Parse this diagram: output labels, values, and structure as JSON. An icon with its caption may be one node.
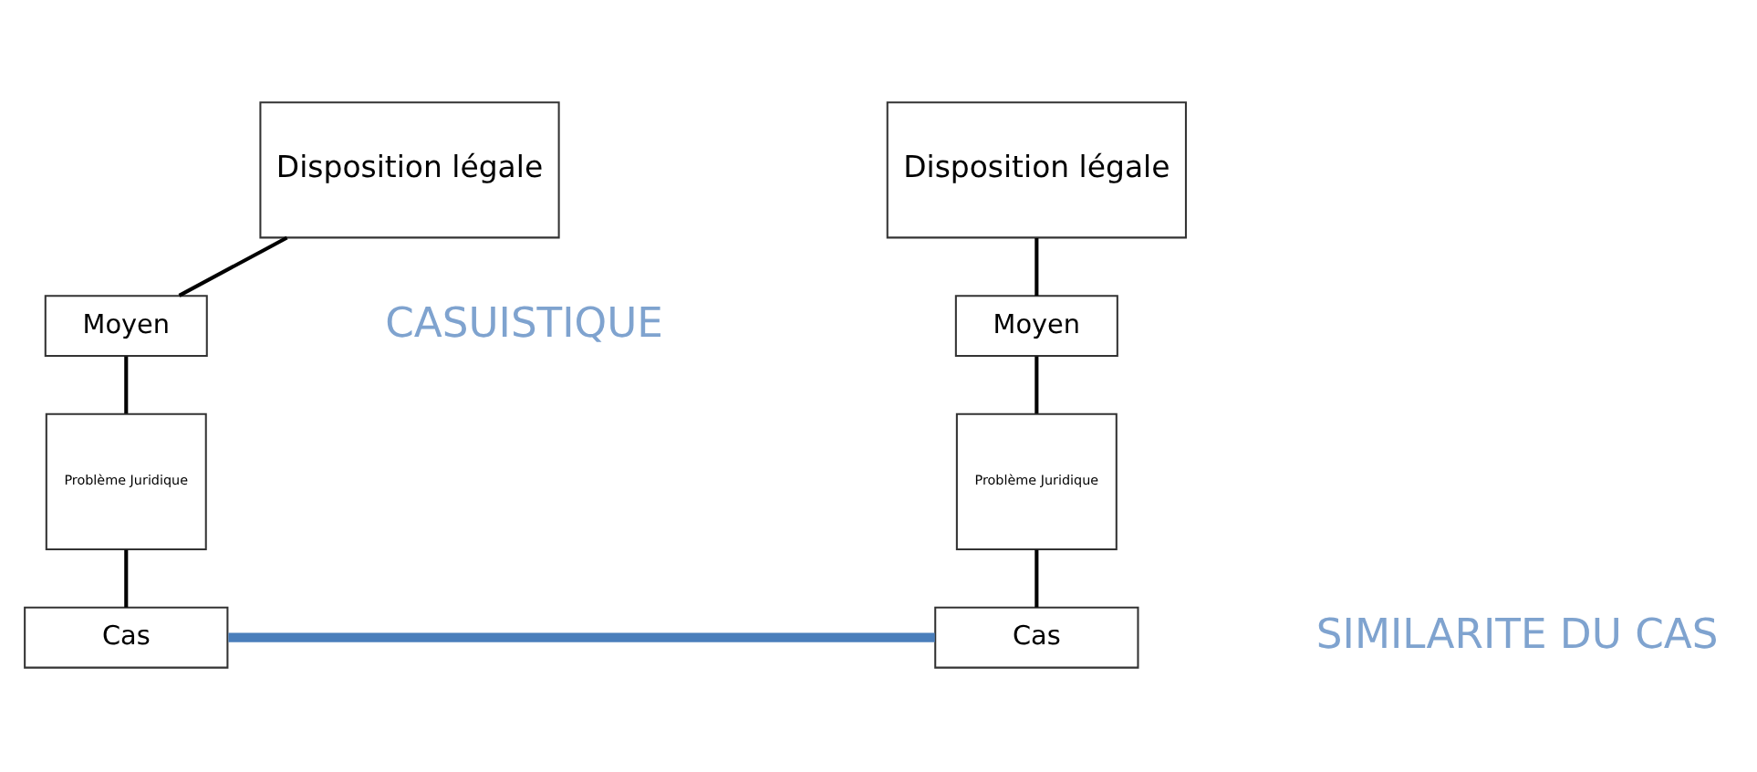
{
  "diagram": {
    "nodes": [
      {
        "text": [
          "Disposition légale"
        ]
      },
      {
        "text": [
          "Moyen"
        ]
      },
      {
        "text": [
          "Problème Juridique"
        ]
      },
      {
        "text": [
          "Cas"
        ]
      },
      {
        "text": [
          "Disposition légale"
        ]
      },
      {
        "text": [
          "Moyen"
        ]
      },
      {
        "text": [
          "Problème Juridique"
        ]
      },
      {
        "text": [
          "Cas"
        ]
      }
    ],
    "edges": [
      {
        "from": 0,
        "to": 1,
        "arrow": "none"
      },
      {
        "from": 1,
        "to": 2,
        "arrow": "none"
      },
      {
        "from": 2,
        "to": 3,
        "arrow": "none"
      },
      {
        "from": 4,
        "to": 5,
        "arrow": "none"
      },
      {
        "from": 5,
        "to": 6,
        "arrow": "none"
      },
      {
        "from": 6,
        "to": 7,
        "arrow": "none"
      },
      {
        "from": 3,
        "to": 7,
        "arrow": "none",
        "style": "thick",
        "color": "#4a7ebb"
      }
    ],
    "labels": [
      "CASUISTIQUE",
      "SIMILARITE DU CAS"
    ]
  }
}
